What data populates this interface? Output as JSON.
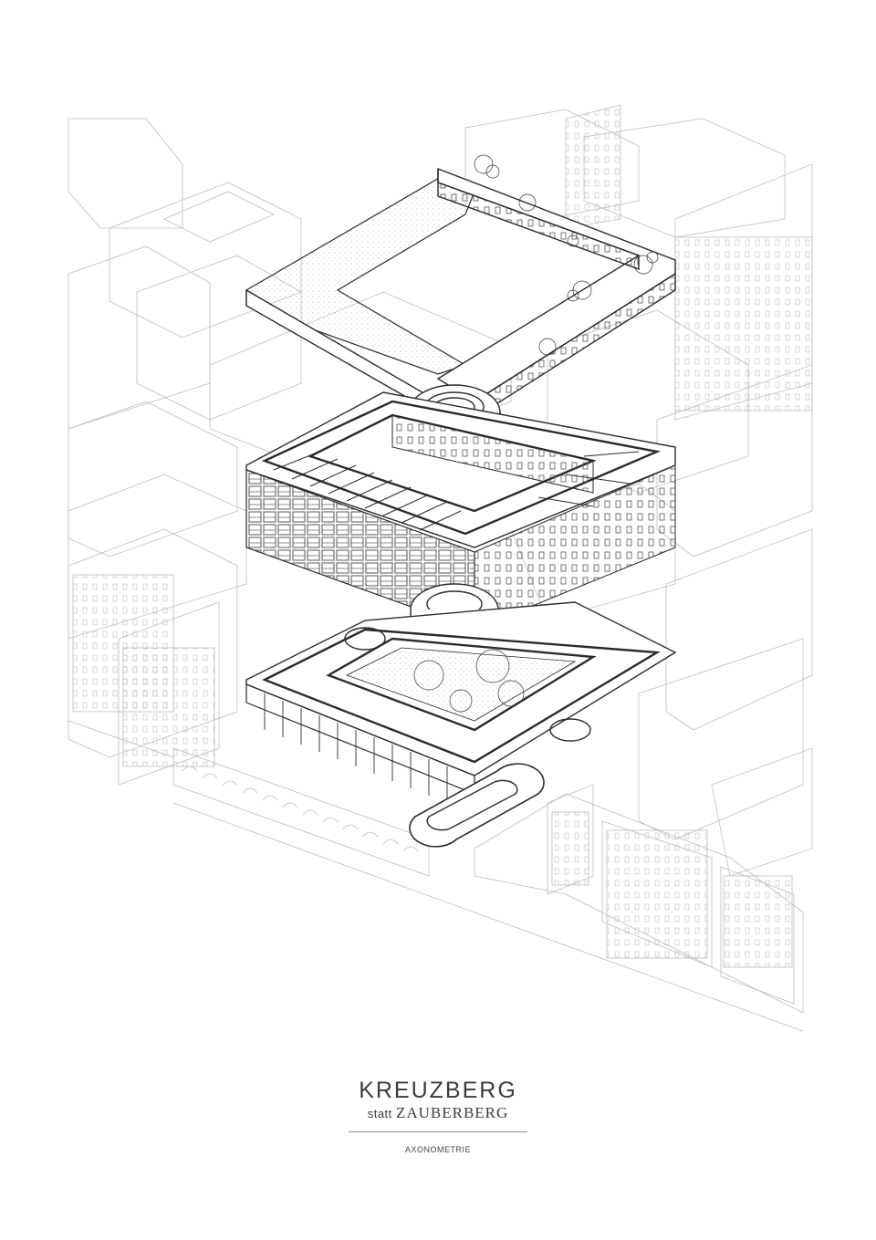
{
  "title": {
    "main": "KREUZBERG",
    "statt": "statt",
    "sub": "ZAUBERBERG",
    "caption": "AXONOMETRIE"
  },
  "colors": {
    "background": "#ffffff",
    "line_light": "#bdbdbd",
    "line_dark": "#2b2b2b",
    "text": "#3c3c3c"
  }
}
